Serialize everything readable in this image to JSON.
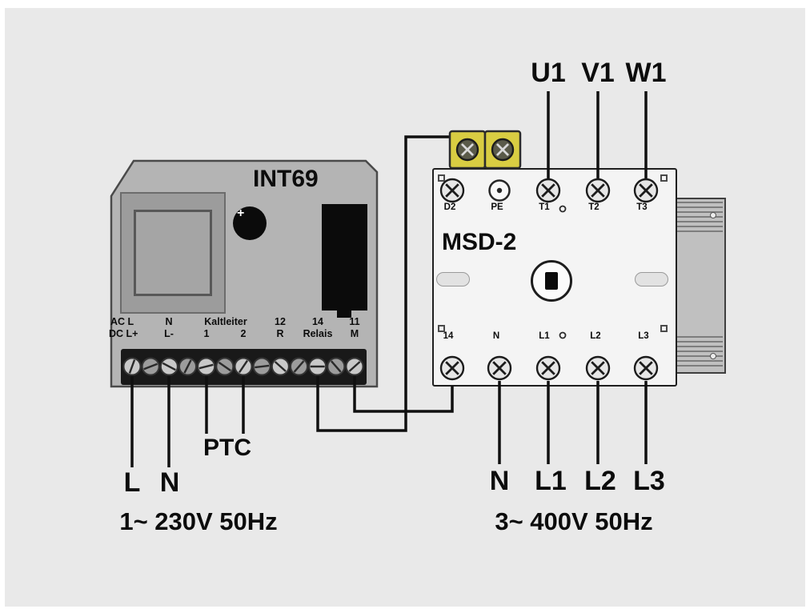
{
  "colors": {
    "background": "#e9e9e9",
    "int69_body": "#b4b4b4",
    "msd2_body": "#f4f4f4",
    "aux_terminal": "#d9cd42",
    "wire": "#101010"
  },
  "int69": {
    "title": "INT69",
    "plus_mark": "+",
    "row_top": {
      "ac": "AC L",
      "n": "N",
      "kaltleiter": "Kaltleiter",
      "t12": "12",
      "t14": "14",
      "t11": "11"
    },
    "row_bottom": {
      "dc": "DC L+",
      "lminus": "L-",
      "t1": "1",
      "t2": "2",
      "r": "R",
      "relais": "Relais",
      "m": "M"
    }
  },
  "msd2": {
    "title": "MSD-2",
    "top_terminals": [
      "D2",
      "PE",
      "T1",
      "T2",
      "T3"
    ],
    "bottom_terminals": [
      "14",
      "N",
      "L1",
      "L2",
      "L3"
    ]
  },
  "labels": {
    "motor_phases": [
      "U1",
      "V1",
      "W1"
    ],
    "supply_lines": [
      "N",
      "L1",
      "L2",
      "L3"
    ],
    "single_phase": [
      "L",
      "N"
    ],
    "ptc": "PTC",
    "rating_single": "1~ 230V 50Hz",
    "rating_three": "3~ 400V 50Hz"
  }
}
